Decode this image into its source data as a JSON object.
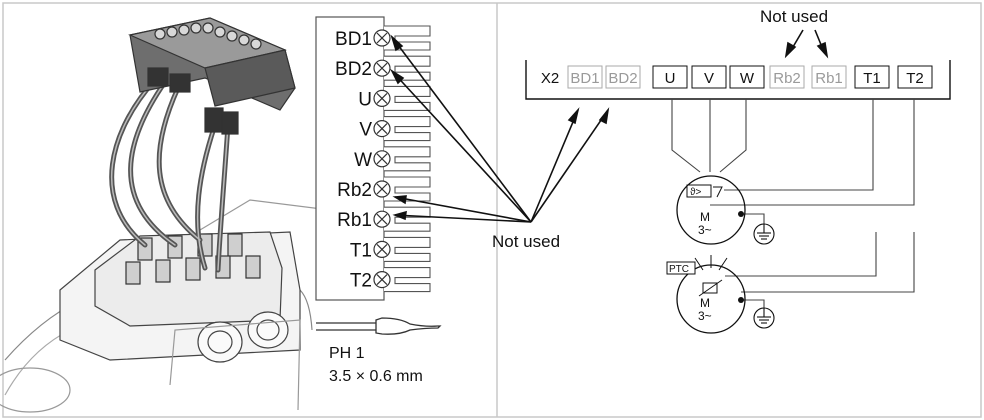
{
  "connector": {
    "terminals": [
      "BD1",
      "BD2",
      "U",
      "V",
      "W",
      "Rb2",
      "Rb1",
      "T1",
      "T2"
    ],
    "not_used_label": "Not used"
  },
  "screwdriver": {
    "type": "PH 1",
    "size": "3.5 × 0.6 mm"
  },
  "terminal_strip": {
    "cells": [
      "X2",
      "BD1",
      "BD2",
      "U",
      "V",
      "W",
      "Rb2",
      "Rb1",
      "T1",
      "T2"
    ],
    "unused_cells": [
      "BD1",
      "BD2",
      "Rb2",
      "Rb1"
    ],
    "not_used_label": "Not used"
  },
  "motor_top": {
    "thermal_symbol": "ϑ>",
    "motor_label_line1": "M",
    "motor_label_line2": "3~"
  },
  "motor_bottom": {
    "ptc_label": "PTC",
    "motor_label_line1": "M",
    "motor_label_line2": "3~"
  },
  "colors": {
    "unused_text": "#9a9a9a",
    "line": "#111111",
    "cable": "#555555"
  }
}
